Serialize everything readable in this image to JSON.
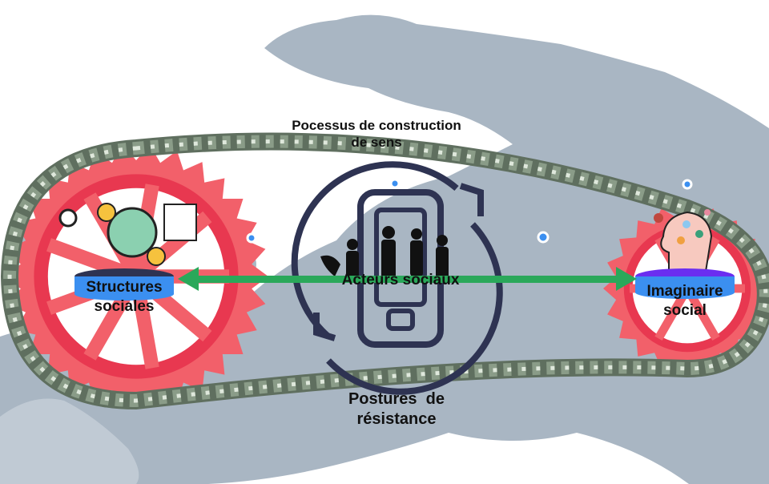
{
  "labels": {
    "process": "Pocessus de construction\nde sens",
    "process_line1": "Pocessus de construction",
    "process_line2": "de sens",
    "structures_line1": "Structures",
    "structures_line2": "sociales",
    "actors": "Acteurs sociaux",
    "imaginaire_line1": "Imaginaire",
    "imaginaire_line2": "social",
    "postures_line1": "Postures  de",
    "postures_line2": "résistance"
  },
  "colors": {
    "map": "#a9b6c3",
    "gear": "#f2606a",
    "chain": "#6f8070",
    "chain_link": "#c9d6c6",
    "arrow": "#2aa85a",
    "cycle": "#2e3352",
    "pedestal": "#3b8ff0"
  }
}
